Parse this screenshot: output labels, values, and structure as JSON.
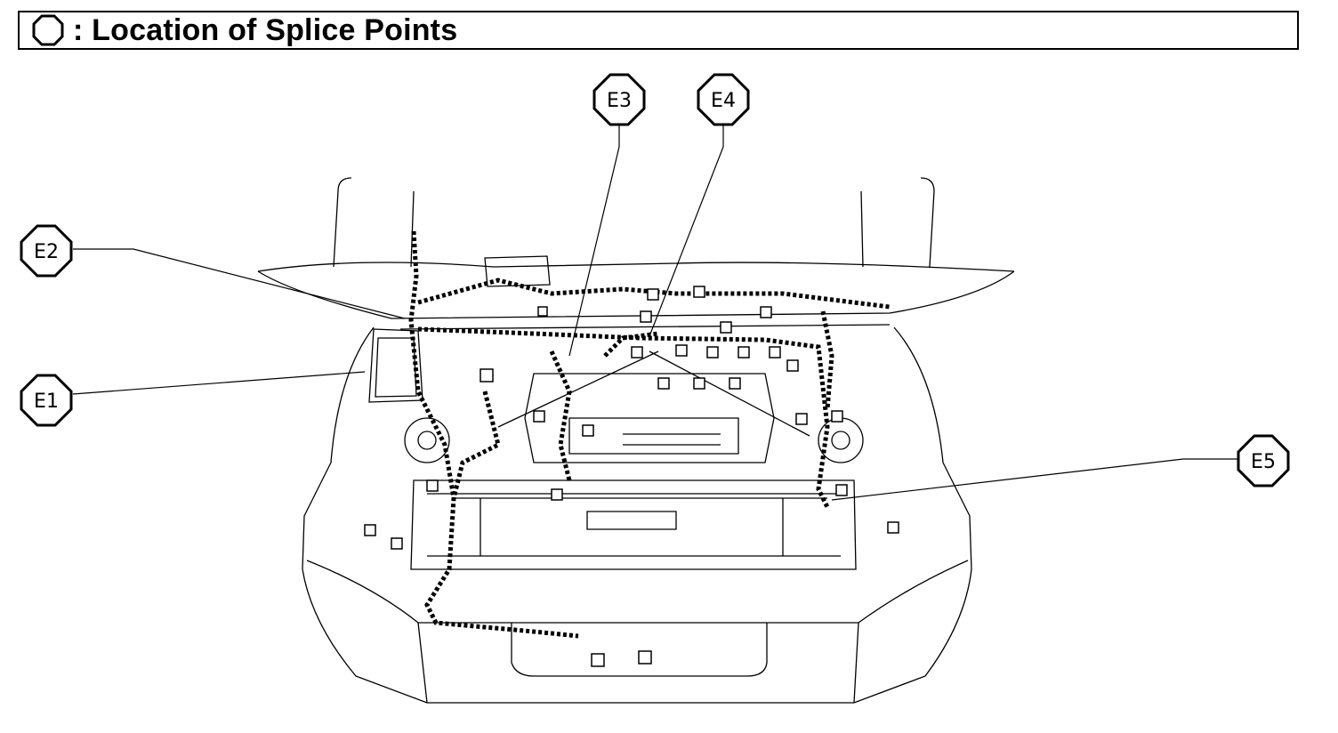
{
  "header": {
    "symbol_icon": "octagon-outline-icon",
    "title": ": Location of Splice Points"
  },
  "callouts": [
    {
      "id": "E1",
      "label": "E1"
    },
    {
      "id": "E2",
      "label": "E2"
    },
    {
      "id": "E3",
      "label": "E3"
    },
    {
      "id": "E4",
      "label": "E4"
    },
    {
      "id": "E5",
      "label": "E5"
    }
  ],
  "drawing": {
    "subject": "engine-compartment-wire-harness-illustration",
    "line_color": "#000000",
    "background": "#ffffff"
  }
}
